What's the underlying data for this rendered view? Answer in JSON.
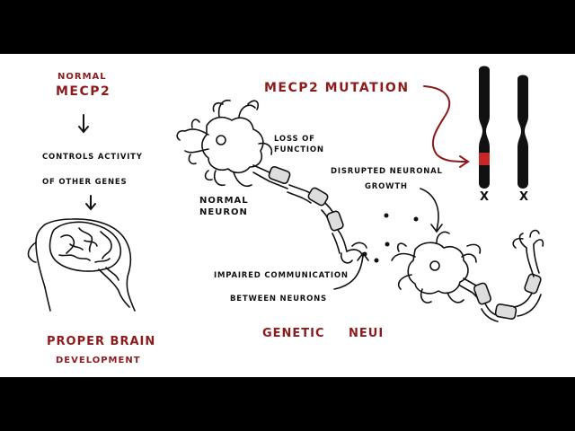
{
  "labels": {
    "normal": "NORMAL",
    "mecp2": "MECP2",
    "controls_activity": "CONTROLS    ACTIVITY",
    "of_other_genes": "OF    OTHER    GENES",
    "proper_brain": "PROPER  BRAIN",
    "development": "DEVELOPMENT",
    "mecp2_mutation": "MECP2    MUTATION",
    "loss_of": "LOSS  OF",
    "function": "FUNCTION",
    "normal_neuron_1": "NORMAL",
    "normal_neuron_2": "NEURON",
    "disrupted_neuronal": "DISRUPTED    NEURONAL",
    "growth": "GROWTH",
    "impaired_communication": "IMPAIRED     COMMUNICATION",
    "between_neurons": "BETWEEN     NEURONS",
    "genetic": "GENETIC",
    "neui": "NEUI",
    "x_left": "X",
    "x_right": "X"
  },
  "colors": {
    "accent_red": "#8e1b1b",
    "ink": "#111111",
    "chromosome_band": "#c62828"
  }
}
